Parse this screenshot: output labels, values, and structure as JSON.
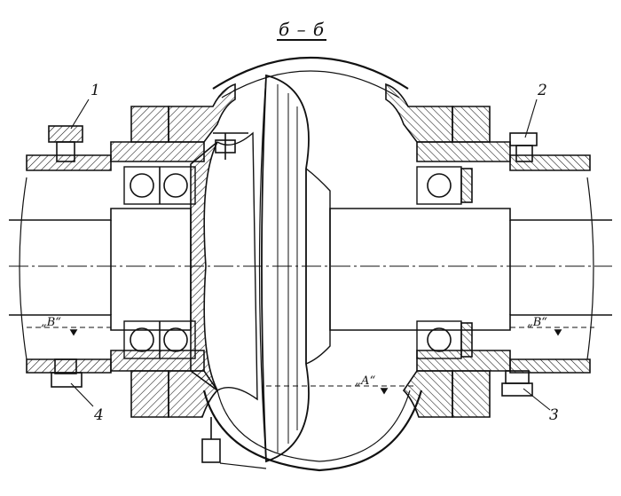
{
  "title": "б – б",
  "callouts": [
    {
      "id": "1",
      "text": "1"
    },
    {
      "id": "2",
      "text": "2"
    },
    {
      "id": "3",
      "text": "3"
    },
    {
      "id": "4",
      "text": "4"
    }
  ],
  "section_marks": {
    "left_b": "„В“",
    "right_b": "„В“",
    "center_a": "„А“"
  },
  "colors": {
    "ink": "#111111",
    "paper": "#ffffff"
  }
}
